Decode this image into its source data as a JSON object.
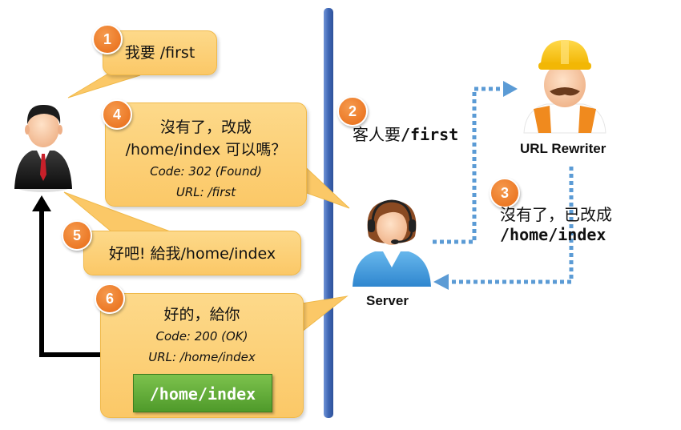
{
  "steps": [
    {
      "num": "1",
      "lines": [
        "我要 /first"
      ]
    },
    {
      "num": "2",
      "label": "客人要",
      "path": "/first"
    },
    {
      "num": "3",
      "lines": [
        "沒有了，已改成",
        "/home/index"
      ]
    },
    {
      "num": "4",
      "lines": [
        "沒有了，改成",
        "/home/index 可以嗎？"
      ],
      "code": "Code: 302 (Found)",
      "url": "URL: /first"
    },
    {
      "num": "5",
      "lines": [
        "好吧! 給我/home/index"
      ]
    },
    {
      "num": "6",
      "lines": [
        "好的，給你"
      ],
      "code": "Code: 200 (OK)",
      "url": "URL: /home/index",
      "page": "/home/index"
    }
  ],
  "actors": {
    "client": {
      "icon": "businessman-icon"
    },
    "server": {
      "name": "Server",
      "icon": "support-agent-icon"
    },
    "rewriter": {
      "name": "URL Rewriter",
      "icon": "construction-worker-icon"
    }
  },
  "colors": {
    "bubble": "#fbc867",
    "badge": "#e86a14",
    "divider": "#3f67b5",
    "dotted_arrow": "#5b9bd5",
    "page_button": "#5aa532"
  }
}
